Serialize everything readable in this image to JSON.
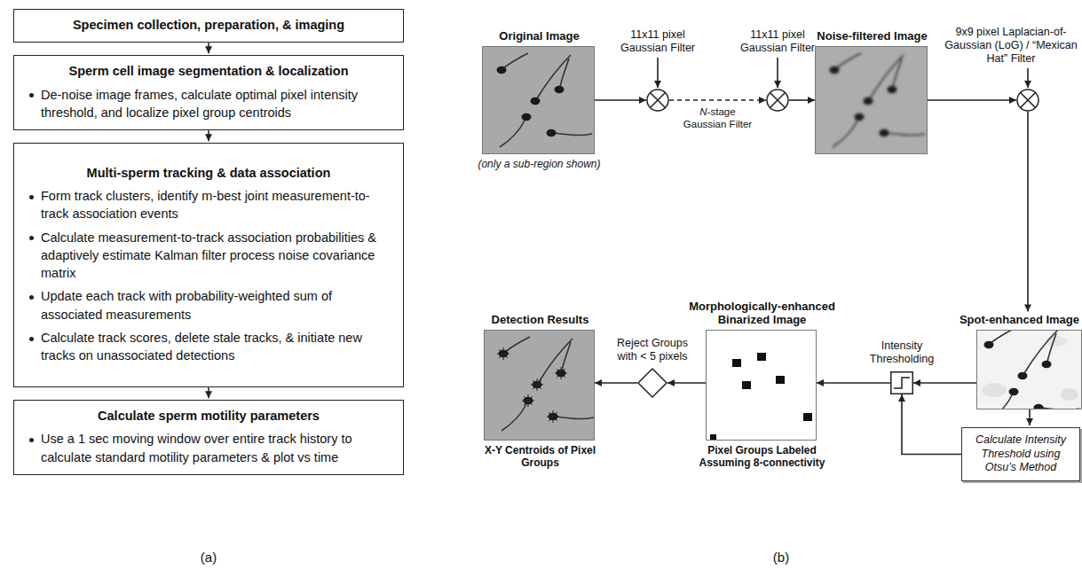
{
  "diagram": {
    "nodes": [
      {
        "text": [
          "Specimen collection, preparation, & imaging"
        ]
      },
      {
        "text": [
          "Sperm cell image segmentation & localization",
          "De-noise image frames, calculate optimal pixel intensity threshold, and localize pixel group centroids"
        ]
      },
      {
        "text": [
          "Multi-sperm tracking & data association",
          "Form track clusters, identify m-best joint measurement-to-track association events",
          "Calculate measurement-to-track association probabilities & adaptively estimate Kalman filter process noise covariance matrix",
          "Update each track with probability-weighted sum of associated measurements",
          "Calculate track scores, delete stale tracks, & initiate new tracks on unassociated detections"
        ]
      },
      {
        "text": [
          "Calculate sperm motility parameters",
          "Use a 1 sec moving window over entire track history to calculate standard motility parameters & plot vs time"
        ]
      },
      {
        "text": [
          "Original Image",
          "(only a sub-region shown)"
        ]
      },
      {
        "text": [
          "11x11 pixel Gaussian Filter"
        ]
      },
      {
        "text": [
          "11x11 pixel Gaussian Filter"
        ]
      },
      {
        "text": [
          "Noise-filtered Image"
        ]
      },
      {
        "text": [
          "9x9 pixel Laplacian-of-Gaussian (LoG) / “Mexican Hat” Filter"
        ]
      },
      {
        "text": [
          "Spot-enhanced Image"
        ]
      },
      {
        "text": [
          "Calculate Intensity Threshold using Otsu’s Method"
        ]
      },
      {
        "text": [
          "Intensity Thresholding"
        ]
      },
      {
        "text": [
          "Morphologically-enhanced Binarized Image",
          "Pixel Groups Labeled Assuming 8-connectivity"
        ]
      },
      {
        "text": [
          "Reject Groups with < 5 pixels"
        ]
      },
      {
        "text": [
          "Detection Results",
          "X-Y Centroids of Pixel Groups"
        ]
      }
    ],
    "edges": [
      {
        "from": 0,
        "to": 1,
        "arrow": "to"
      },
      {
        "from": 1,
        "to": 2,
        "arrow": "to"
      },
      {
        "from": 2,
        "to": 3,
        "arrow": "to"
      },
      {
        "from": 4,
        "to": 5,
        "arrow": "to"
      },
      {
        "from": 5,
        "to": 6,
        "label": "N-stage Gaussian Filter",
        "arrow": "to"
      },
      {
        "from": 6,
        "to": 7,
        "arrow": "to"
      },
      {
        "from": 7,
        "to": 8,
        "arrow": "to"
      },
      {
        "from": 8,
        "to": 9,
        "arrow": "to"
      },
      {
        "from": 9,
        "to": 11,
        "arrow": "to"
      },
      {
        "from": 9,
        "to": 10,
        "arrow": "to"
      },
      {
        "from": 10,
        "to": 11,
        "arrow": "to"
      },
      {
        "from": 11,
        "to": 12,
        "arrow": "to"
      },
      {
        "from": 12,
        "to": 13,
        "arrow": "to"
      },
      {
        "from": 13,
        "to": 14,
        "arrow": "to"
      }
    ],
    "labels": [
      "(a)",
      "(b)"
    ]
  }
}
